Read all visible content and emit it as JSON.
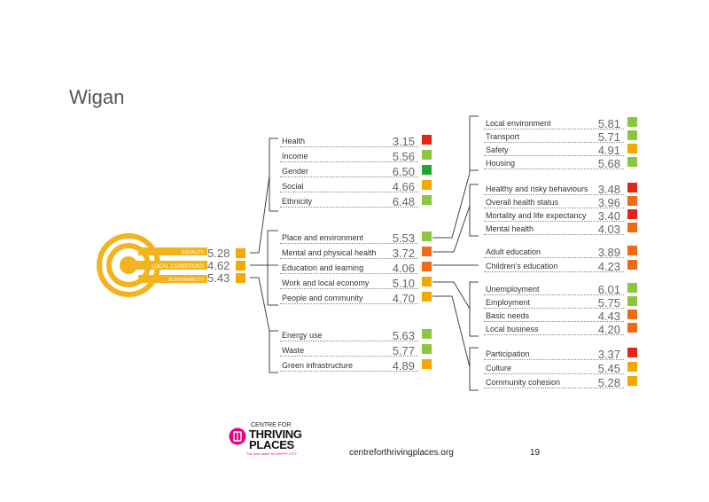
{
  "title": "Wigan",
  "colors": {
    "red": "#e4231a",
    "orange": "#ef6b13",
    "amber": "#f6a800",
    "lightgreen": "#8cc63f",
    "green": "#22a639",
    "logo_yellow": "#f2b41c",
    "logo_pink": "#e6007e"
  },
  "logo": {
    "labels": [
      "EQUALITY",
      "LOCAL CONDITIONS",
      "SUSTAINABILITY"
    ],
    "values": [
      "5.28",
      "4.62",
      "5.43"
    ],
    "colors": [
      "amber",
      "amber",
      "amber"
    ]
  },
  "groups": {
    "equality": [
      {
        "label": "Health",
        "value": "3.15",
        "color": "red"
      },
      {
        "label": "Income",
        "value": "5.56",
        "color": "lightgreen"
      },
      {
        "label": "Gender",
        "value": "6.50",
        "color": "green"
      },
      {
        "label": "Social",
        "value": "4.66",
        "color": "amber"
      },
      {
        "label": "Ethnicity",
        "value": "6.48",
        "color": "lightgreen"
      }
    ],
    "local": [
      {
        "label": "Place and environment",
        "value": "5.53",
        "color": "lightgreen"
      },
      {
        "label": "Mental and physical health",
        "value": "3.72",
        "color": "orange"
      },
      {
        "label": "Education and learning",
        "value": "4.06",
        "color": "orange"
      },
      {
        "label": "Work and local economy",
        "value": "5.10",
        "color": "amber"
      },
      {
        "label": "People and community",
        "value": "4.70",
        "color": "amber"
      }
    ],
    "sustainability": [
      {
        "label": "Energy use",
        "value": "5.63",
        "color": "lightgreen"
      },
      {
        "label": "Waste",
        "value": "5.77",
        "color": "lightgreen"
      },
      {
        "label": "Green infrastructure",
        "value": "4.89",
        "color": "amber"
      }
    ],
    "place": [
      {
        "label": "Local environment",
        "value": "5.81",
        "color": "lightgreen"
      },
      {
        "label": "Transport",
        "value": "5.71",
        "color": "lightgreen"
      },
      {
        "label": "Safety",
        "value": "4.91",
        "color": "amber"
      },
      {
        "label": "Housing",
        "value": "5.68",
        "color": "lightgreen"
      }
    ],
    "health": [
      {
        "label": "Healthy and risky behaviours",
        "value": "3.48",
        "color": "red"
      },
      {
        "label": "Overall health status",
        "value": "3.96",
        "color": "orange"
      },
      {
        "label": "Mortality and life expectancy",
        "value": "3.40",
        "color": "red"
      },
      {
        "label": "Mental health",
        "value": "4.03",
        "color": "orange"
      }
    ],
    "education": [
      {
        "label": "Adult education",
        "value": "3.89",
        "color": "orange"
      },
      {
        "label": "Children's education",
        "value": "4.23",
        "color": "orange"
      }
    ],
    "work": [
      {
        "label": "Unemployment",
        "value": "6.01",
        "color": "lightgreen"
      },
      {
        "label": "Employment",
        "value": "5.75",
        "color": "lightgreen"
      },
      {
        "label": "Basic needs",
        "value": "4.43",
        "color": "orange"
      },
      {
        "label": "Local business",
        "value": "4.20",
        "color": "orange"
      }
    ],
    "people": [
      {
        "label": "Participation",
        "value": "3.37",
        "color": "red"
      },
      {
        "label": "Culture",
        "value": "5.45",
        "color": "amber"
      },
      {
        "label": "Community cohesion",
        "value": "5.28",
        "color": "amber"
      }
    ]
  },
  "footer": {
    "brand_line1": "CENTRE FOR",
    "brand_line2": "THRIVING",
    "brand_line3": "PLACES",
    "tagline": "The new name for HAPPY CITY",
    "url": "centreforthrivingplaces.org",
    "page": "19"
  }
}
